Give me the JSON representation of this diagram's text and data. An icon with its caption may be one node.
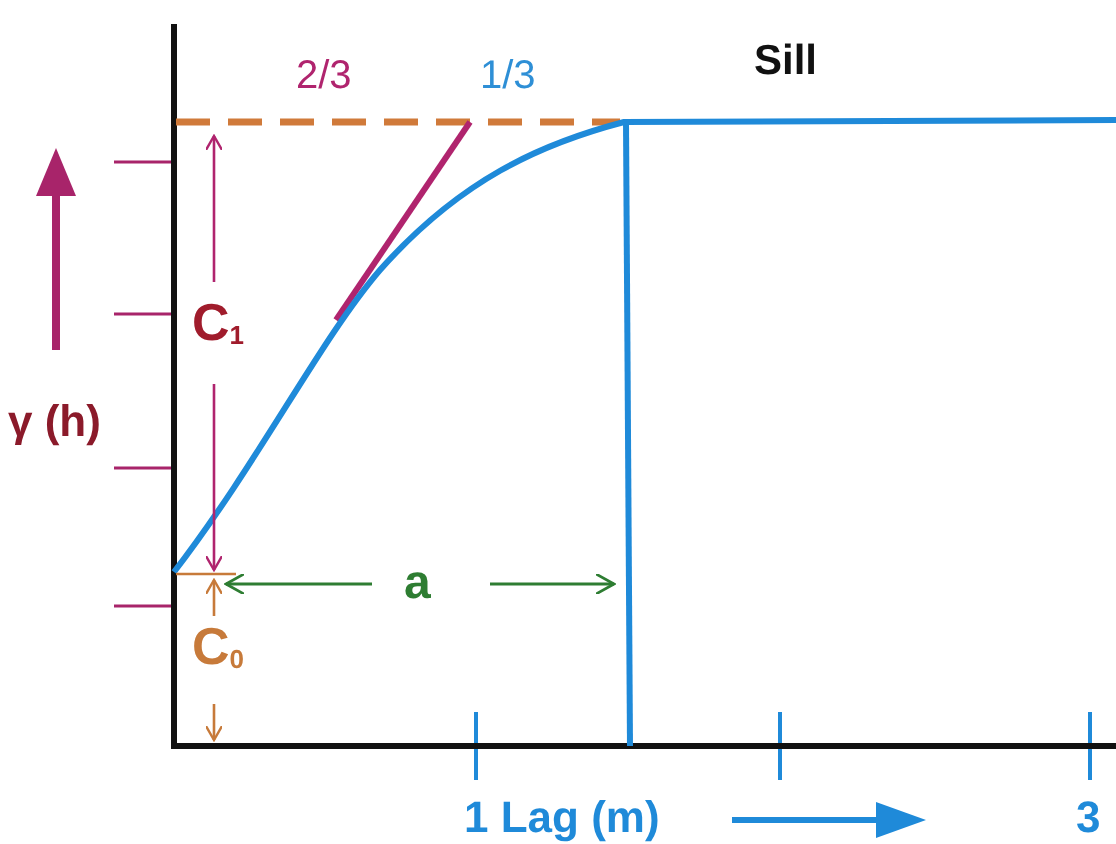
{
  "diagram": {
    "labels": [
      "2/3",
      "1/3",
      "Sill",
      "γ (h)",
      "C$_{1}$",
      "a",
      "C$_{0}$",
      "1 Lag (m)",
      "3"
    ]
  }
}
